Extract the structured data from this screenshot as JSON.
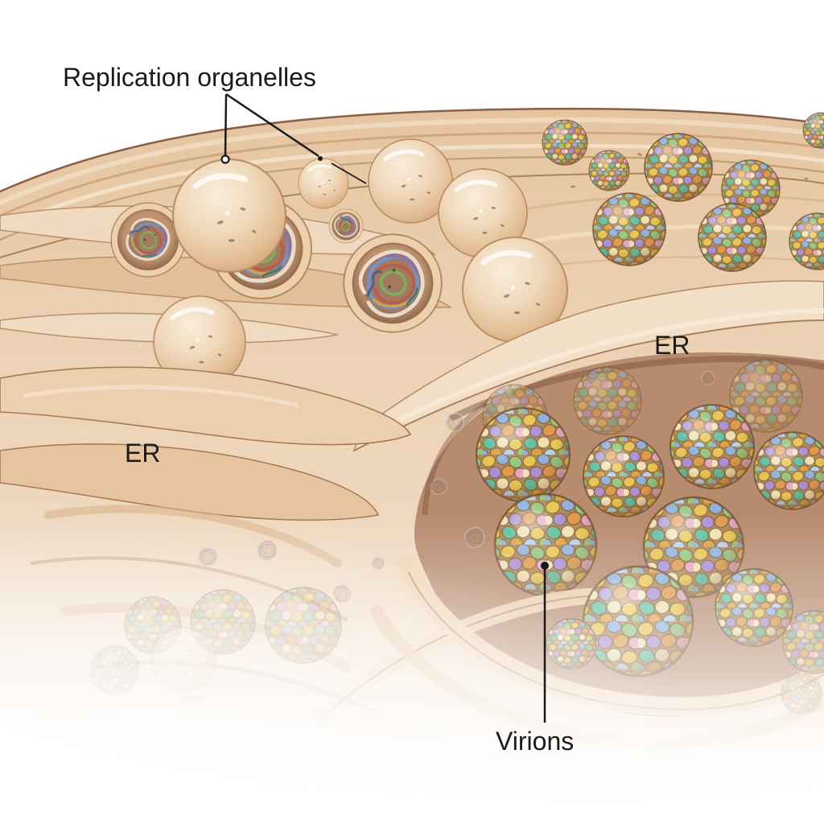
{
  "labels": {
    "replication_organelles": "Replication organelles",
    "er_upper": "ER",
    "er_lower": "ER",
    "virions": "Virions"
  },
  "palette": {
    "background": "#ffffff",
    "label_text": "#1b1b1b",
    "leader_line": "#1b1b1b",
    "membrane_base": "#ecd2b5",
    "membrane_highlight": "#f8ecdb",
    "membrane_shadow": "#c3946f",
    "membrane_outline": "#8a5c38",
    "pocket_lumen": "#b78b6e",
    "virion_capsid_colors": [
      "#e8c652",
      "#dda344",
      "#f0e2b0",
      "#94c77d",
      "#5fbf9e",
      "#8fb2dd",
      "#b7d0ea",
      "#ab90d2",
      "#e5a9c2",
      "#de9b4e"
    ],
    "rna_strand_colors": [
      "#6f93cc",
      "#b85c50",
      "#7fae5e",
      "#d3a246",
      "#8e6fae",
      "#e8ddcc",
      "#48618e",
      "#3f7d6a"
    ]
  }
}
